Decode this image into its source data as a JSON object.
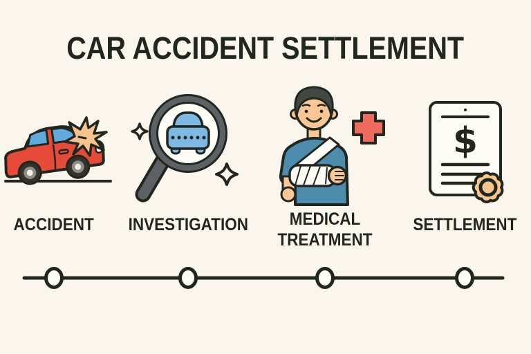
{
  "title": "CAR ACCIDENT SETTLEMENT",
  "steps": [
    {
      "label": "ACCIDENT",
      "icon": "crashed-car-icon"
    },
    {
      "label": "INVESTIGATION",
      "icon": "magnifying-glass-car-icon"
    },
    {
      "label": "MEDICAL TREATMENT",
      "icon": "injured-person-with-cross-icon"
    },
    {
      "label": "SETTLEMENT",
      "icon": "dollar-document-with-seal-icon",
      "document_symbol": "$"
    }
  ],
  "timeline": {
    "milestone_count": 4
  },
  "colors": {
    "bg": "#faf6ed",
    "ink": "#21271f",
    "car_red": "#e64b3a",
    "window_blue": "#5fabdd",
    "impact_peach": "#f6c28e",
    "magnifier_gray": "#5d6165",
    "mini_car_blue": "#7db9e2",
    "skin": "#f8c795",
    "hair": "#434844",
    "shirt_blue": "#4e8cad",
    "cross_red": "#ee6a5c",
    "paper": "#fdfcf7",
    "seal_peach": "#f8c68e",
    "wheel_dark": "#35322e",
    "wheel_gray": "#8f8d89",
    "wheel_hub": "#f3eee2"
  }
}
